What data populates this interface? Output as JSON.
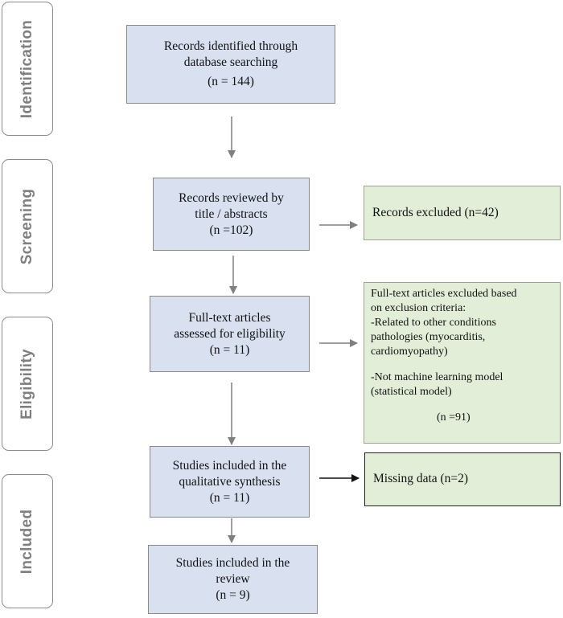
{
  "phases": [
    {
      "id": "identification",
      "label": "Identification"
    },
    {
      "id": "screening",
      "label": "Screening"
    },
    {
      "id": "eligibility",
      "label": "Eligibility"
    },
    {
      "id": "included",
      "label": "Included"
    }
  ],
  "boxes": {
    "identified": {
      "lines": [
        "Records identified through",
        "database searching",
        "(n = 144)"
      ]
    },
    "reviewed": {
      "lines": [
        "Records reviewed by",
        "title / abstracts",
        "(n =102)"
      ]
    },
    "fulltext": {
      "lines": [
        "Full-text articles",
        "assessed for eligibility",
        "(n = 11)"
      ]
    },
    "qualitative": {
      "lines": [
        "Studies included in the",
        "qualitative synthesis",
        "(n = 11)"
      ]
    },
    "review": {
      "lines": [
        "Studies included in the",
        "review",
        "(n = 9)"
      ]
    }
  },
  "exclusions": {
    "records_excluded": "Records excluded (n=42)",
    "fulltext_excluded": {
      "lines": [
        "Full-text articles excluded based",
        "on exclusion criteria:",
        "-Related to other conditions",
        "pathologies (myocarditis,",
        "cardiomyopathy)",
        "",
        "-Not machine learning model",
        "(statistical model)",
        "",
        "(n =91)"
      ]
    },
    "missing_data": "Missing data (n=2)"
  },
  "colors": {
    "main_box_fill": "#d9e1f1",
    "exclusion_box_fill": "#e3eed9",
    "phase_label": "#7f7f7f",
    "arrow": "#7f7f7f"
  }
}
